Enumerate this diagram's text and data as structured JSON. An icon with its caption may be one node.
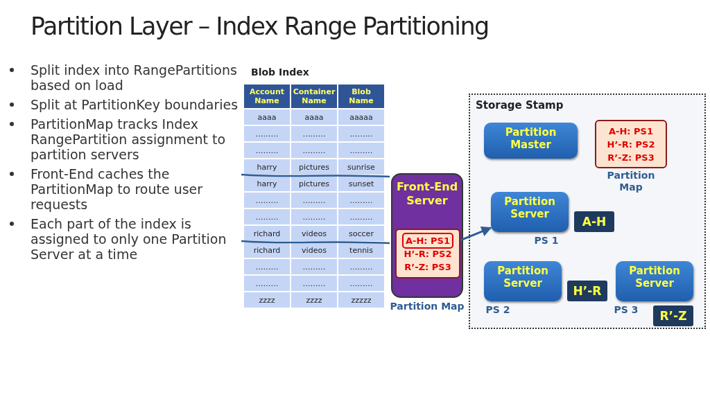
{
  "diagram": {
    "title": "Partition Layer – Index Range Partitioning",
    "nodes": [
      {
        "text": [
          "Front-End Server"
        ]
      },
      {
        "text": [
          "A-H: PS1",
          "H’-R: PS2",
          "R’-Z: PS3"
        ],
        "in": 0,
        "beside": [
          "Partition Map"
        ]
      },
      {
        "text": [
          "Storage Stamp"
        ]
      },
      {
        "text": [
          "Partition Master"
        ],
        "in": 2
      },
      {
        "text": [
          "A-H: PS1",
          "H’-R: PS2",
          "R’-Z: PS3"
        ],
        "in": 2,
        "beside": [
          "Partition Map"
        ]
      },
      {
        "text": [
          "Partition Server"
        ],
        "in": 2,
        "beside": [
          "PS 1"
        ]
      },
      {
        "text": [
          "A-H"
        ],
        "in": 2
      },
      {
        "text": [
          "Partition Server"
        ],
        "in": 2,
        "beside": [
          "PS 2"
        ]
      },
      {
        "text": [
          "H’-R"
        ],
        "in": 2
      },
      {
        "text": [
          "Partition Server"
        ],
        "in": 2,
        "beside": [
          "PS 3"
        ]
      },
      {
        "text": [
          "R’-Z"
        ],
        "in": 2
      }
    ],
    "edges": [
      {
        "from": 1,
        "to": 5,
        "arrow": "to"
      }
    ],
    "labels": [
      "Split index into RangePartitions based on load",
      "Split at PartitionKey boundaries",
      "PartitionMap tracks Index RangePartition assignment to partition servers",
      "Front-End caches the PartitionMap to route user requests",
      "Each part of the index is assigned to only one Partition Server at a time",
      "Blob Index",
      "Account Name",
      "Container Name",
      "Blob Name",
      "aaaa",
      "aaaa",
      "aaaaa",
      "………",
      "………",
      "………",
      "………",
      "………",
      "………",
      "harry",
      "pictures",
      "sunrise",
      "harry",
      "pictures",
      "sunset",
      "………",
      "………",
      "………",
      "………",
      "………",
      "………",
      "richard",
      "videos",
      "soccer",
      "richard",
      "videos",
      "tennis",
      "………",
      "………",
      "………",
      "………",
      "………",
      "………",
      "zzzz",
      "zzzz",
      "zzzzz"
    ]
  }
}
